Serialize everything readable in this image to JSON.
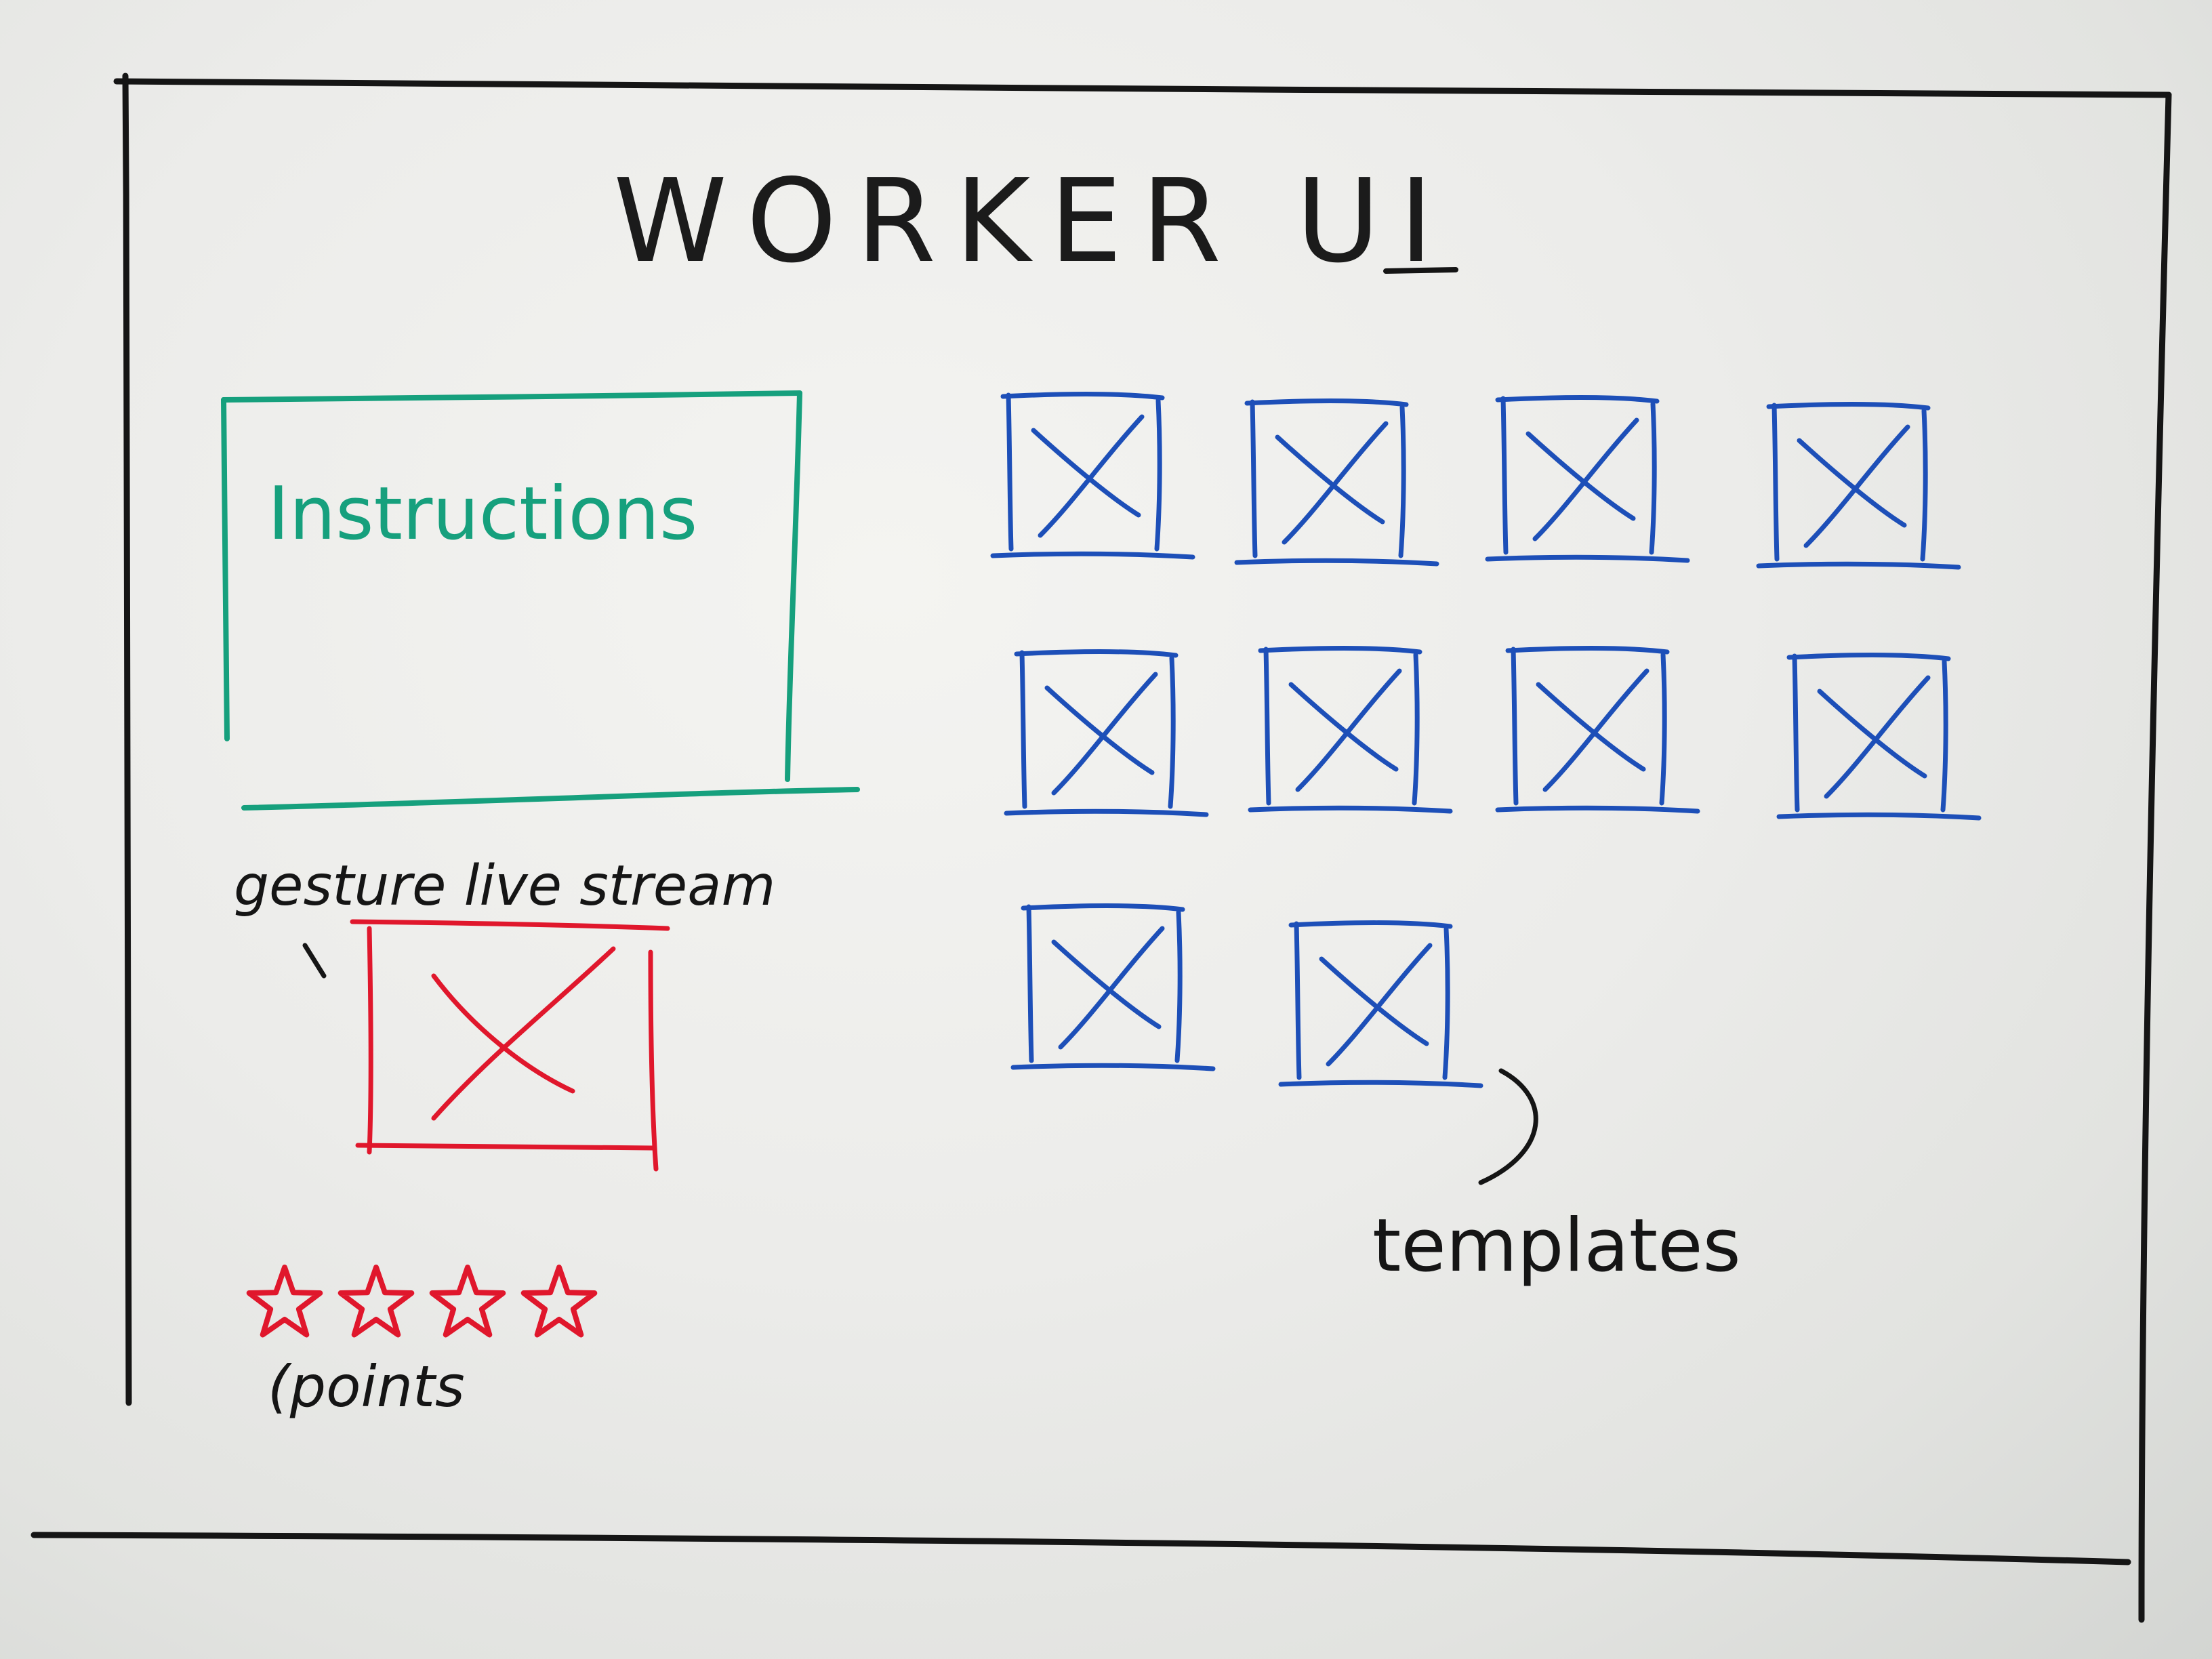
{
  "title": "WORKER UI",
  "instructions_label": "Instructions",
  "gesture_label": "gesture live stream",
  "templates_label": "templates",
  "points_label": "(points",
  "template_count": 10,
  "stars": 4,
  "colors": {
    "ink_black": "#151515",
    "instructions_green": "#16a07d",
    "gesture_red": "#e0172c",
    "templates_blue": "#1d4fb8"
  }
}
